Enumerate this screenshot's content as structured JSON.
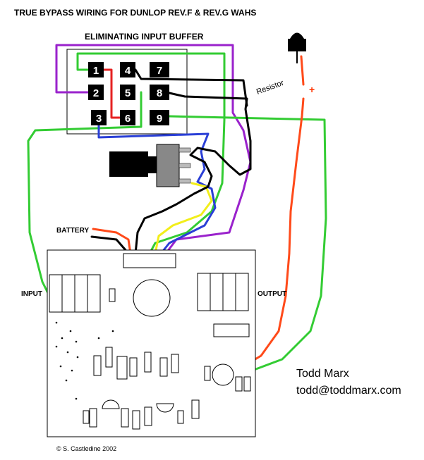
{
  "title": "TRUE BYPASS WIRING FOR DUNLOP REV.F & REV.G WAHS",
  "subtitle": "ELIMINATING INPUT BUFFER",
  "switch_pads": [
    "1",
    "2",
    "3",
    "4",
    "5",
    "6",
    "7",
    "8",
    "9"
  ],
  "labels": {
    "resistor": "Resistor",
    "plus": "+",
    "battery": "BATTERY",
    "input": "INPUT",
    "output": "OUTPUT"
  },
  "credit": {
    "name": "Todd Marx",
    "email": "todd@toddmarx.com"
  },
  "copyright": "© S. Castledine 2002",
  "colors": {
    "red": "#e52222",
    "orange": "#ff4a1a",
    "green": "#33cc33",
    "purple": "#9a22cc",
    "blue": "#2a3fd6",
    "yellow": "#f2ee1a",
    "black": "#000000"
  }
}
